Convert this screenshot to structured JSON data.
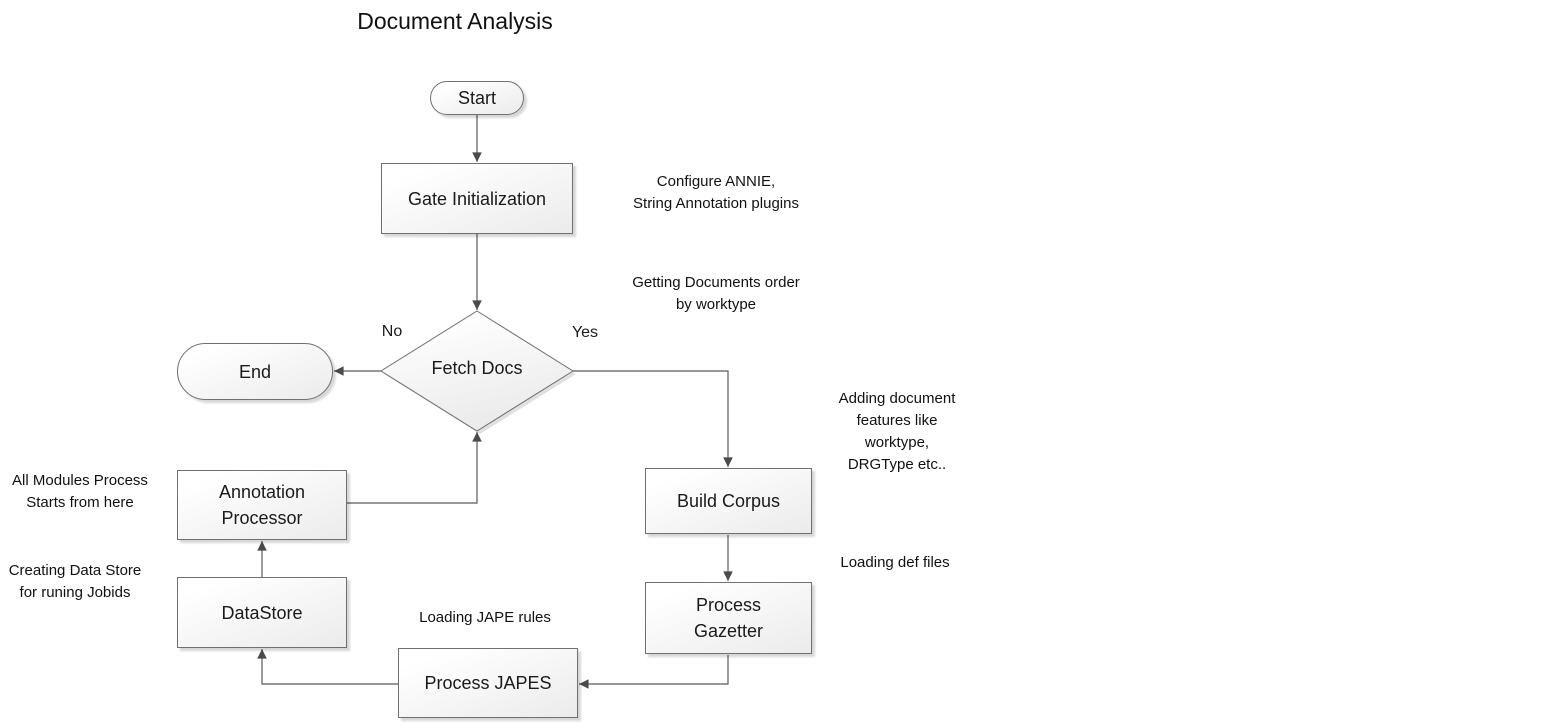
{
  "title": "Document Analysis",
  "nodes": {
    "start": "Start",
    "gate_initialization": "Gate Initialization",
    "fetch_docs": "Fetch Docs",
    "end": "End",
    "build_corpus": "Build Corpus",
    "process_gazetter": "Process Gazetter",
    "process_japes": "Process JAPES",
    "datastore": "DataStore",
    "annotation_processor": "Annotation Processor"
  },
  "edge_labels": {
    "no": "No",
    "yes": "Yes"
  },
  "annotations": {
    "configure_plugins": "Configure ANNIE,\nString Annotation plugins",
    "getting_documents": "Getting Documents order\nby worktype",
    "adding_features": "Adding document\nfeatures like\nworktype,\nDRGType etc..",
    "loading_def_files": "Loading def files",
    "loading_jape_rules": "Loading JAPE rules",
    "all_modules": "All Modules Process\nStarts from here",
    "creating_datastore": "Creating Data Store\nfor runing Jobids"
  },
  "colors": {
    "background": "#ffffff",
    "shape_fill_top": "#ffffff",
    "shape_fill_bottom": "#ebebeb",
    "shape_border": "#707070",
    "connector_line": "#595959",
    "arrowhead": "#4a4a4a",
    "text": "#1a1a1a"
  }
}
